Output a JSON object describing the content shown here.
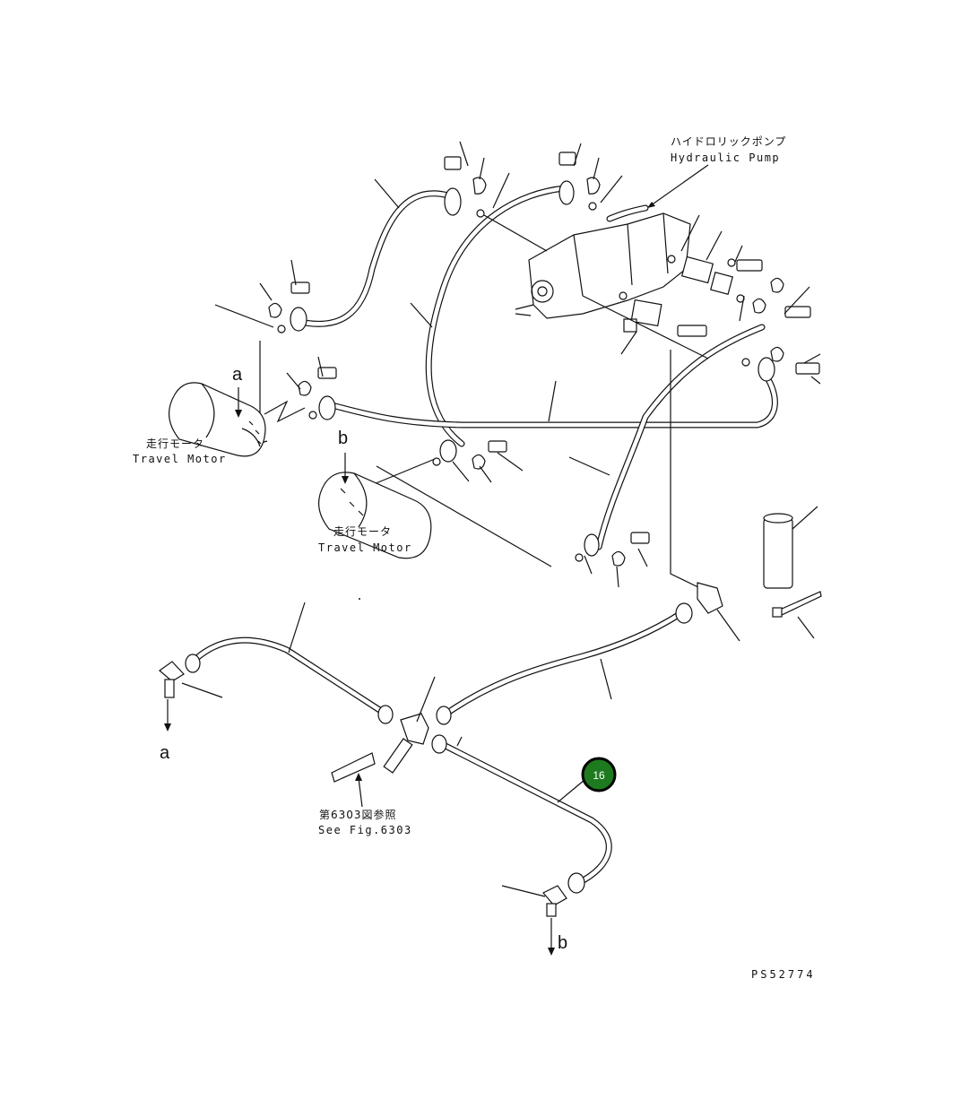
{
  "labels": {
    "hydraulic_pump_jp": "ハイドロリックポンプ",
    "hydraulic_pump_en": "Hydraulic Pump",
    "travel_motor_left_jp": "走行モータ",
    "travel_motor_left_en": "Travel Motor",
    "travel_motor_right_jp": "走行モータ",
    "travel_motor_right_en": "Travel Motor",
    "see_fig_jp": "第6303図参照",
    "see_fig_en": "See Fig.6303",
    "drawing_code": "PS52774"
  },
  "connections": {
    "a_top": "a",
    "b_top": "b",
    "a_bottom": "a",
    "b_bottom": "b"
  },
  "callout": {
    "number": "16",
    "color": "#1e7a1e",
    "border_color": "#000000"
  }
}
